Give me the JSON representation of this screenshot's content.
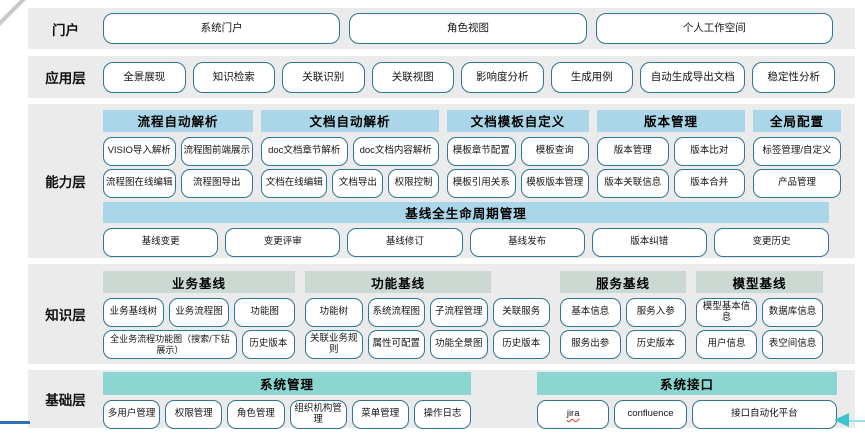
{
  "colors": {
    "band_bg": "#ebebeb",
    "capability_header_bg": "#a9d6e8",
    "knowledge_header_bg": "#ccd9d3",
    "foundation_header_bg": "#8bd6d0",
    "button_border": "#2e7693",
    "line_blue": "#2e74b5",
    "arrow_teal": "#3cc3cb",
    "corner_gray": "#c9c9c9"
  },
  "modules_with_spellcheck_underline": [
    "jira"
  ],
  "layers": [
    {
      "key": "portal",
      "label": "门户",
      "buttons": [
        "系统门户",
        "角色视图",
        "个人工作空间"
      ]
    },
    {
      "key": "application",
      "label": "应用层",
      "buttons": [
        "全景展现",
        "知识检索",
        "关联识别",
        "关联视图",
        "影响度分析",
        "生成用例",
        "自动生成导出文档",
        "稳定性分析"
      ]
    },
    {
      "key": "capability",
      "label": "能力层",
      "groups": [
        {
          "header": "流程自动解析",
          "rows": [
            [
              "VISIO导入解析",
              "流程图前端展示"
            ],
            [
              "流程图在线编辑",
              "流程图导出"
            ]
          ]
        },
        {
          "header": "文档自动解析",
          "rows": [
            [
              "doc文档章节解析",
              "doc文档内容解析"
            ],
            [
              "文档在线编辑",
              "文档导出",
              "权限控制"
            ]
          ]
        },
        {
          "header": "文档模板自定义",
          "rows": [
            [
              "模板章节配置",
              "模板查询"
            ],
            [
              "模板引用关系",
              "模板版本管理"
            ]
          ]
        },
        {
          "header": "版本管理",
          "rows": [
            [
              "版本管理",
              "版本比对"
            ],
            [
              "版本关联信息",
              "版本合并"
            ]
          ]
        },
        {
          "header": "全局配置",
          "rows": [
            [
              "标签管理/自定义"
            ],
            [
              "产品管理"
            ]
          ]
        }
      ],
      "baseline": {
        "header": "基线全生命周期管理",
        "buttons": [
          "基线变更",
          "变更评审",
          "基线修订",
          "基线发布",
          "版本纠错",
          "变更历史"
        ]
      }
    },
    {
      "key": "knowledge",
      "label": "知识层",
      "groups": [
        {
          "header": "业务基线",
          "rows": [
            [
              "业务基线树",
              "业务流程图",
              "功能图"
            ],
            [
              "全业务流程功能图（搜索/下钻展示）",
              "历史版本"
            ]
          ]
        },
        {
          "header": "功能基线",
          "rows": [
            [
              "功能树",
              "系统流程图",
              "子流程管理",
              "关联服务"
            ],
            [
              "关联业务规则",
              "属性可配置",
              "功能全景图",
              "历史版本"
            ]
          ]
        },
        {
          "header": "服务基线",
          "rows": [
            [
              "基本信息",
              "服务入参"
            ],
            [
              "服务出参",
              "历史版本"
            ]
          ]
        },
        {
          "header": "模型基线",
          "rows": [
            [
              "模型基本信息",
              "数据库信息"
            ],
            [
              "用户信息",
              "表空间信息"
            ]
          ]
        }
      ]
    },
    {
      "key": "foundation",
      "label": "基础层",
      "groups": [
        {
          "header": "系统管理",
          "rows": [
            [
              "多用户管理",
              "权限管理",
              "角色管理",
              "组织机构管理",
              "菜单管理",
              "操作日志"
            ]
          ]
        },
        {
          "header": "系统接口",
          "rows": [
            [
              "jira",
              "confluence",
              "接口自动化平台"
            ]
          ]
        }
      ]
    }
  ]
}
